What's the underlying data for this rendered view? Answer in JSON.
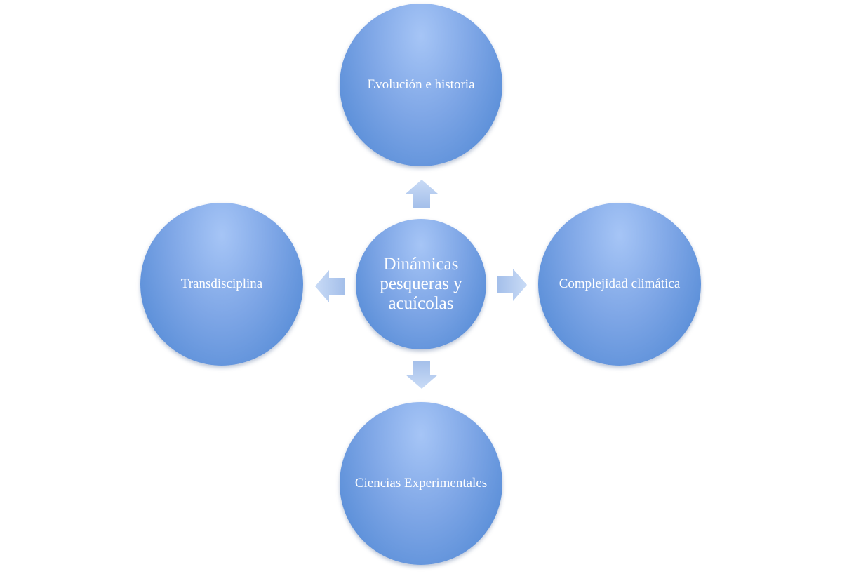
{
  "diagram": {
    "center": {
      "label": "Dinámicas pesqueras y acuícolas"
    },
    "nodes": {
      "top": {
        "label": "Evolución e historia"
      },
      "right": {
        "label": "Complejidad climática"
      },
      "bottom": {
        "label": "Ciencias Experimentales"
      },
      "left": {
        "label": "Transdisciplina"
      }
    },
    "colors": {
      "circle_light": "#a6c5f6",
      "circle_dark": "#4a84d2",
      "arrow": "#b3cbf0",
      "text": "#ffffff"
    }
  }
}
